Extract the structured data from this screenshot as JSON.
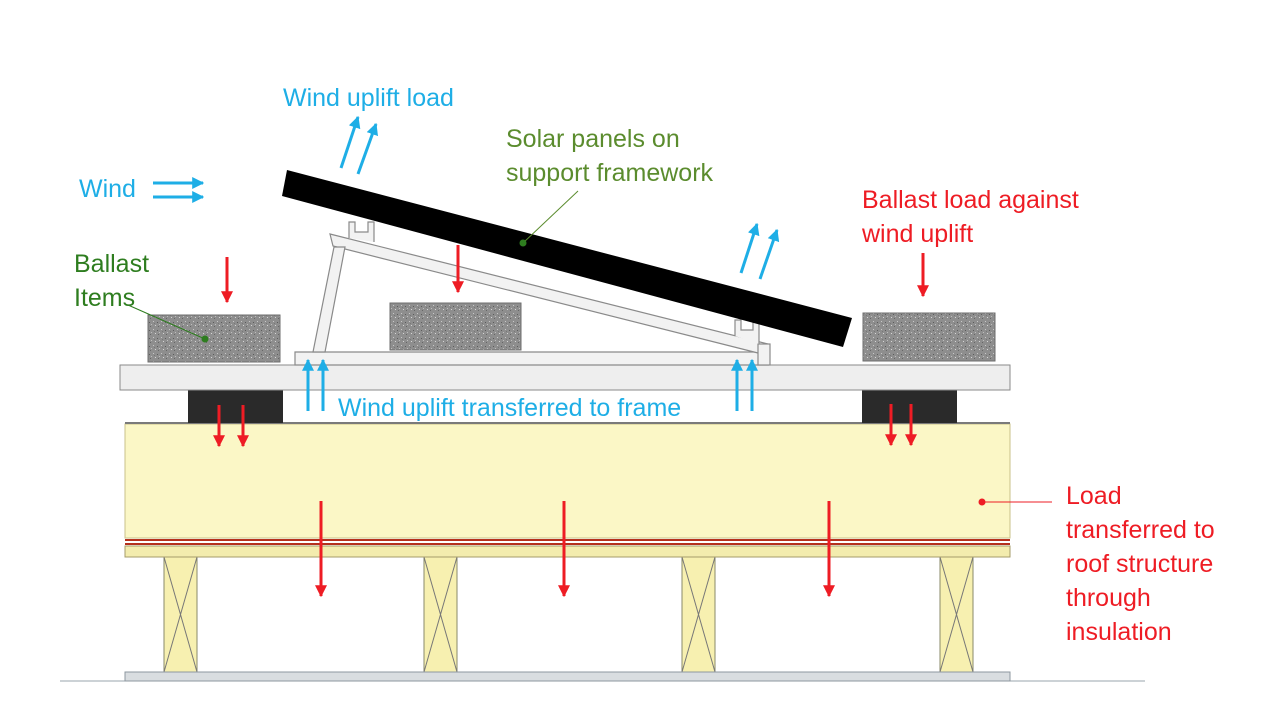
{
  "colors": {
    "wind_blue": "#1eaee6",
    "load_red": "#ee1c24",
    "label_green": "#5b8c2e",
    "ballast_green": "#2e7d1f",
    "insulation": "#fbf7c6",
    "panel": "#000000",
    "ballast_block": "#9a9a9a",
    "base_rail": "#eeeeee",
    "rubber_pad": "#2a2a2a",
    "joist": "#f7f0b0",
    "membrane_red": "#b5311d"
  },
  "labels": {
    "wind": "Wind",
    "wind_uplift_load": "Wind uplift load",
    "solar_panels_line1": "Solar panels on",
    "solar_panels_line2": "support framework",
    "ballast_load_line1": "Ballast load against",
    "ballast_load_line2": "wind uplift",
    "ballast_items_line1": "Ballast",
    "ballast_items_line2": "Items",
    "wind_uplift_transferred": "Wind uplift transferred to frame",
    "load_transferred_line1": "Load",
    "load_transferred_line2": "transferred to",
    "load_transferred_line3": "roof structure",
    "load_transferred_line4": "through",
    "load_transferred_line5": "insulation"
  }
}
